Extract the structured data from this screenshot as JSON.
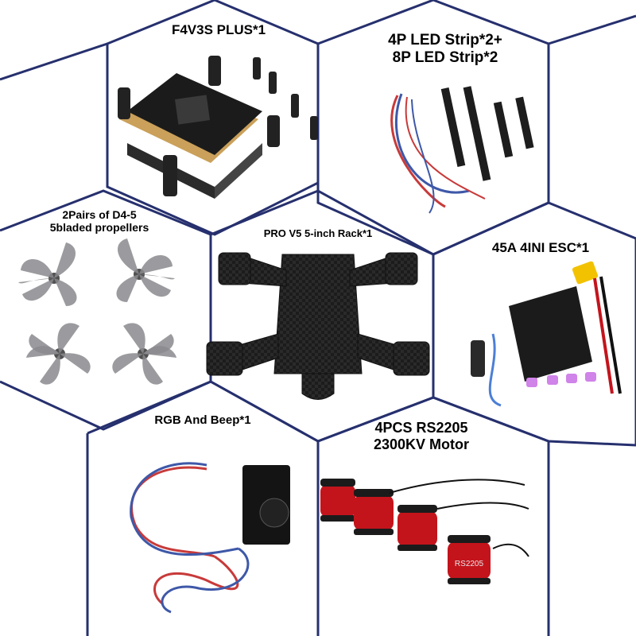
{
  "items": {
    "flight_controller": "F4V3S PLUS*1",
    "led_strip_line1": "4P LED Strip*2+",
    "led_strip_line2": "8P LED Strip*2",
    "propellers_line1": "2Pairs of D4-5",
    "propellers_line2": "5bladed propellers",
    "frame": "PRO V5 5-inch Rack*1",
    "esc": "45A 4INI ESC*1",
    "rgb_beeper": "RGB And Beep*1",
    "motors_line1": "4PCS RS2205",
    "motors_line2": "2300KV Motor"
  },
  "motor_marking": "RS2205",
  "colors": {
    "hex_border": "#26306e",
    "background": "#ffffff",
    "motor_red": "#c3141c",
    "carbon": "#1e1e1e",
    "prop_grey": "#8a8a8e",
    "wire_red": "#c83a3a",
    "wire_blue": "#3e58a8"
  }
}
